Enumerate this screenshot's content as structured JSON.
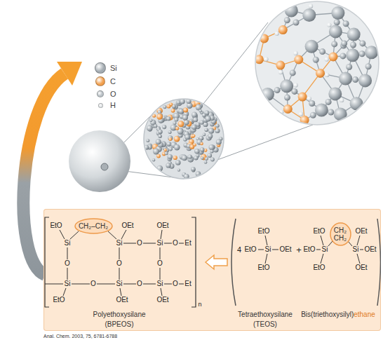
{
  "diagram": {
    "nodes": [
      {
        "text": [
          "Polyethoxysilane (BPEOS)",
          "Tetraethoxysilane (TEOS)",
          "Bis(triethoxysilyl)",
          "ethane"
        ]
      },
      {
        "text": [
          "CH₂–CH₂"
        ],
        "in": 0
      },
      {
        "text": [
          "CH₂ CH₂"
        ],
        "in": 0
      }
    ],
    "labels": [
      "EtO",
      "OEt",
      "OEt",
      "Si",
      "Si",
      "O",
      "Si",
      "O",
      "Et",
      "O",
      "O",
      "O",
      "Si",
      "O",
      "Si",
      "O",
      "Si",
      "O",
      "Et",
      "EtO",
      "OEt",
      "OEt",
      "n",
      "4",
      "EtO",
      "EtO",
      "Si",
      "OEt",
      "EtO",
      "+",
      "EtO",
      "EtO",
      "Si",
      "EtO",
      "Si",
      "OEt",
      "OEt",
      "OEt",
      "Anal. Chem. 2003, 75, 6781-6788"
    ],
    "legend": [
      {
        "text": "Si",
        "color": "#a3abb1"
      },
      {
        "text": "C",
        "color": "#f2a04e"
      },
      {
        "text": "O",
        "color": "#b9c0c5"
      },
      {
        "text": "H",
        "color": "#e2e6e8"
      }
    ]
  }
}
